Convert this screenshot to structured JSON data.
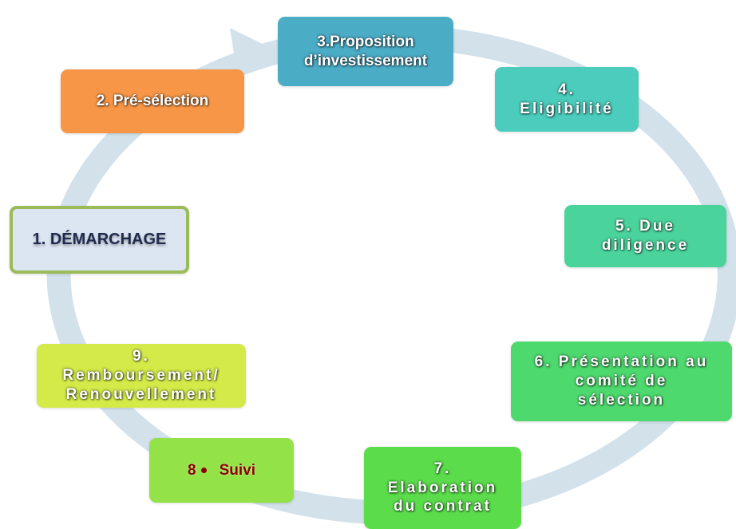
{
  "colors": {
    "ring": "#d2e1ea",
    "step1_fill": "#dce6f2",
    "step1_border": "#9bbb59",
    "step2": "#f79646",
    "step3": "#4bacc6",
    "step4": "#4bccbc",
    "step5": "#4ad49c",
    "step6": "#4dd96e",
    "step7": "#5bdc4b",
    "step8": "#93e247",
    "step9": "#d3ea48"
  },
  "steps": {
    "s1": "1. DÉMARCHAGE",
    "s2": "2. Pré-sélection",
    "s3": "3.Proposition\nd’investissement",
    "s4": "4.\nEligibilité",
    "s5": "5. Due\ndiligence",
    "s6": "6. Présentation au\ncomité de\nsélection",
    "s7": "7.\nElaboration\ndu contrat",
    "s8_num": "8",
    "s8_label": "Suivi",
    "s9": "9.\nRemboursement/\nRenouvellement"
  }
}
